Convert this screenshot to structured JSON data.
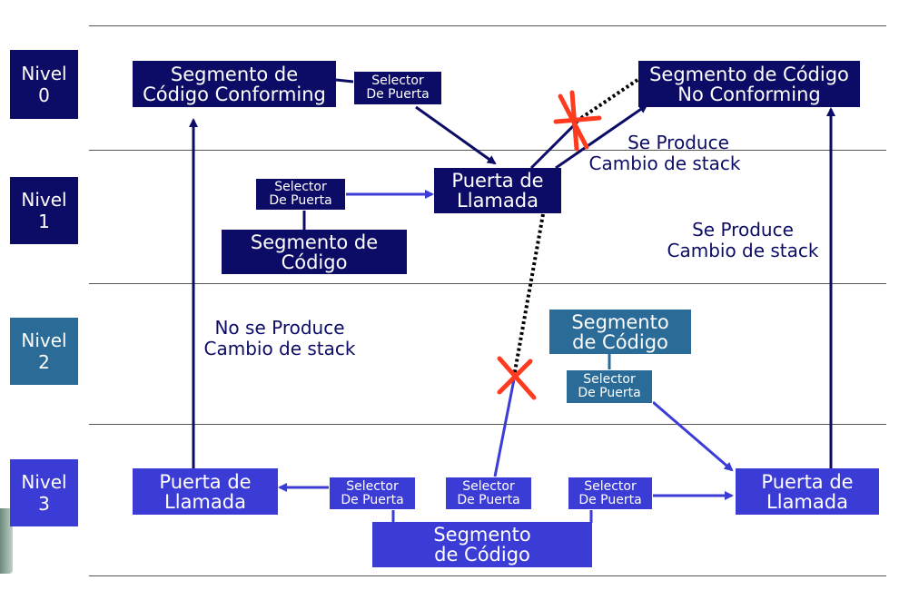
{
  "levels": [
    {
      "line1": "Nivel",
      "line2": "0"
    },
    {
      "line1": "Nivel",
      "line2": "1"
    },
    {
      "line1": "Nivel",
      "line2": "2"
    },
    {
      "line1": "Nivel",
      "line2": "3"
    }
  ],
  "level0": {
    "conforming": {
      "line1": "Segmento de",
      "line2": "Código Conforming"
    },
    "selector": {
      "line1": "Selector",
      "line2": "De Puerta"
    },
    "nonconforming": {
      "line1": "Segmento de Código",
      "line2": "No Conforming"
    }
  },
  "level1": {
    "selector": {
      "line1": "Selector",
      "line2": "De Puerta"
    },
    "segment": {
      "line1": "Segmento de",
      "line2": "Código"
    },
    "gate": {
      "line1": "Puerta de",
      "line2": "Llamada"
    }
  },
  "level2": {
    "segment": {
      "line1": "Segmento",
      "line2": "de Código"
    },
    "selector": {
      "line1": "Selector",
      "line2": "De Puerta"
    }
  },
  "level3": {
    "gate_left": {
      "line1": "Puerta de",
      "line2": "Llamada"
    },
    "selector_a": {
      "line1": "Selector",
      "line2": "De Puerta"
    },
    "selector_b": {
      "line1": "Selector",
      "line2": "De Puerta"
    },
    "selector_c": {
      "line1": "Selector",
      "line2": "De Puerta"
    },
    "segment": {
      "line1": "Segmento",
      "line2": "de Código"
    },
    "gate_right": {
      "line1": "Puerta de",
      "line2": "Llamada"
    }
  },
  "notes": {
    "stack_change_top": {
      "line1": "Se Produce",
      "line2": "Cambio de stack"
    },
    "stack_change_right": {
      "line1": "Se Produce",
      "line2": "Cambio de stack"
    },
    "no_stack_change": {
      "line1": "No se Produce",
      "line2": "Cambio de stack"
    }
  },
  "colors": {
    "level0": "#0c0c66",
    "level1": "#0c0c66",
    "level2": "#2a6b98",
    "level3": "#3b3bd6",
    "blocked": "#ff3b1f"
  }
}
